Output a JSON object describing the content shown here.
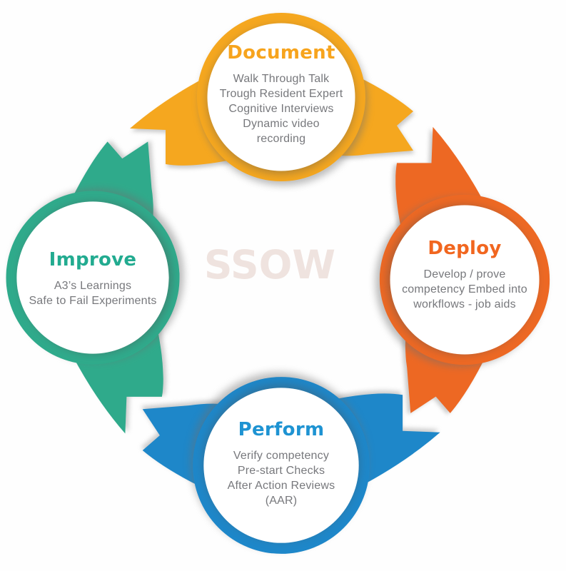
{
  "center": {
    "label": "SSOW",
    "color": "#EFE3DF"
  },
  "body_text_color": "#77787C",
  "background": "#FEFEFE",
  "nodes": [
    {
      "id": "document",
      "title": "Document",
      "body": "Walk Through Talk\nTrough Resident Expert\nCognitive Interviews\nDynamic video\nrecording",
      "ring_color": "#F5A71F",
      "title_color": "#F7A41D"
    },
    {
      "id": "deploy",
      "title": "Deploy",
      "body": "Develop / prove\ncompetency Embed into\nworkflows - job aids",
      "ring_color": "#ED6823",
      "title_color": "#F1661F"
    },
    {
      "id": "perform",
      "title": "Perform",
      "body": "Verify competency\nPre-start Checks\nAfter Action Reviews\n(AAR)",
      "ring_color": "#1E87C9",
      "title_color": "#1E93D2"
    },
    {
      "id": "improve",
      "title": "Improve",
      "body": "A3’s Learnings\nSafe to Fail Experiments",
      "ring_color": "#2FAA8B",
      "title_color": "#22AB90"
    }
  ]
}
